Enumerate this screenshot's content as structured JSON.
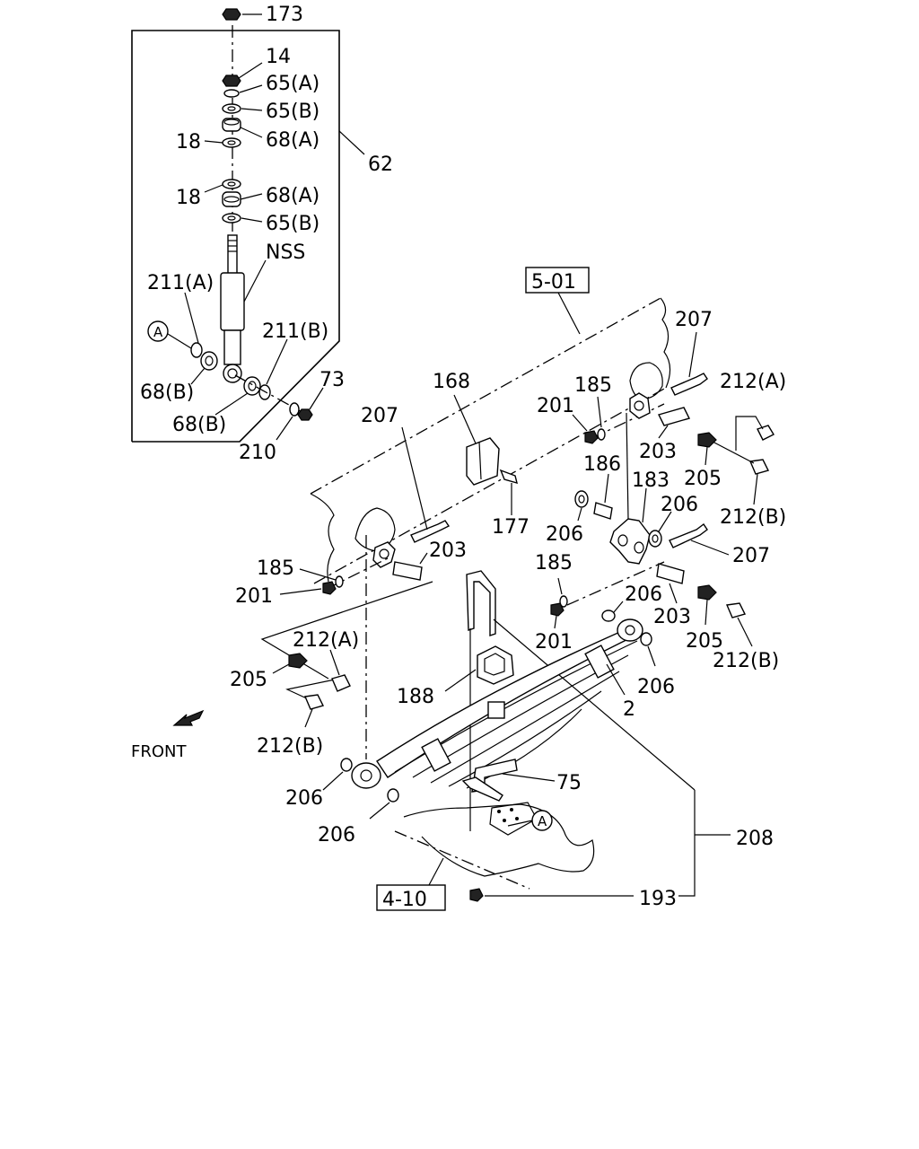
{
  "callouts": {
    "c173": "173",
    "c14": "14",
    "c65a_1": "65(A)",
    "c65b_1": "65(B)",
    "c68a_1": "68(A)",
    "c18_1": "18",
    "c62": "62",
    "c18_2": "18",
    "c68a_2": "68(A)",
    "c65b_2": "65(B)",
    "nss": "NSS",
    "c211a": "211(A)",
    "c211b": "211(B)",
    "c73": "73",
    "c68b_1": "68(B)",
    "c68b_2": "68(B)",
    "c210": "210",
    "c207_top": "207",
    "c212a_top": "212(A)",
    "c185_top": "185",
    "c201_top": "201",
    "c203_top": "203",
    "c205_top": "205",
    "c168": "168",
    "c177": "177",
    "c186": "186",
    "c183": "183",
    "c206_mid": "206",
    "c212b_top": "212(B)",
    "c206_l": "206",
    "c207_r": "207",
    "c207_left": "207",
    "c203_left": "203",
    "c185_left": "185",
    "c201_left": "201",
    "c185_mid": "185",
    "c206_m2": "206",
    "c203_m2": "203",
    "c201_m2": "201",
    "c205_m2": "205",
    "c212b_m2": "212(B)",
    "c212a_left": "212(A)",
    "c205_left": "205",
    "c212b_left": "212(B)",
    "c188": "188",
    "c2": "2",
    "c206_r": "206",
    "c75": "75",
    "c206_b1": "206",
    "c206_b2": "206",
    "c208": "208",
    "c193": "193"
  },
  "ref_boxes": {
    "frame": "5-01",
    "axle": "4-10"
  },
  "circle_refs": {
    "a_left": "A",
    "a_bottom": "A"
  },
  "front_label": "FRONT"
}
